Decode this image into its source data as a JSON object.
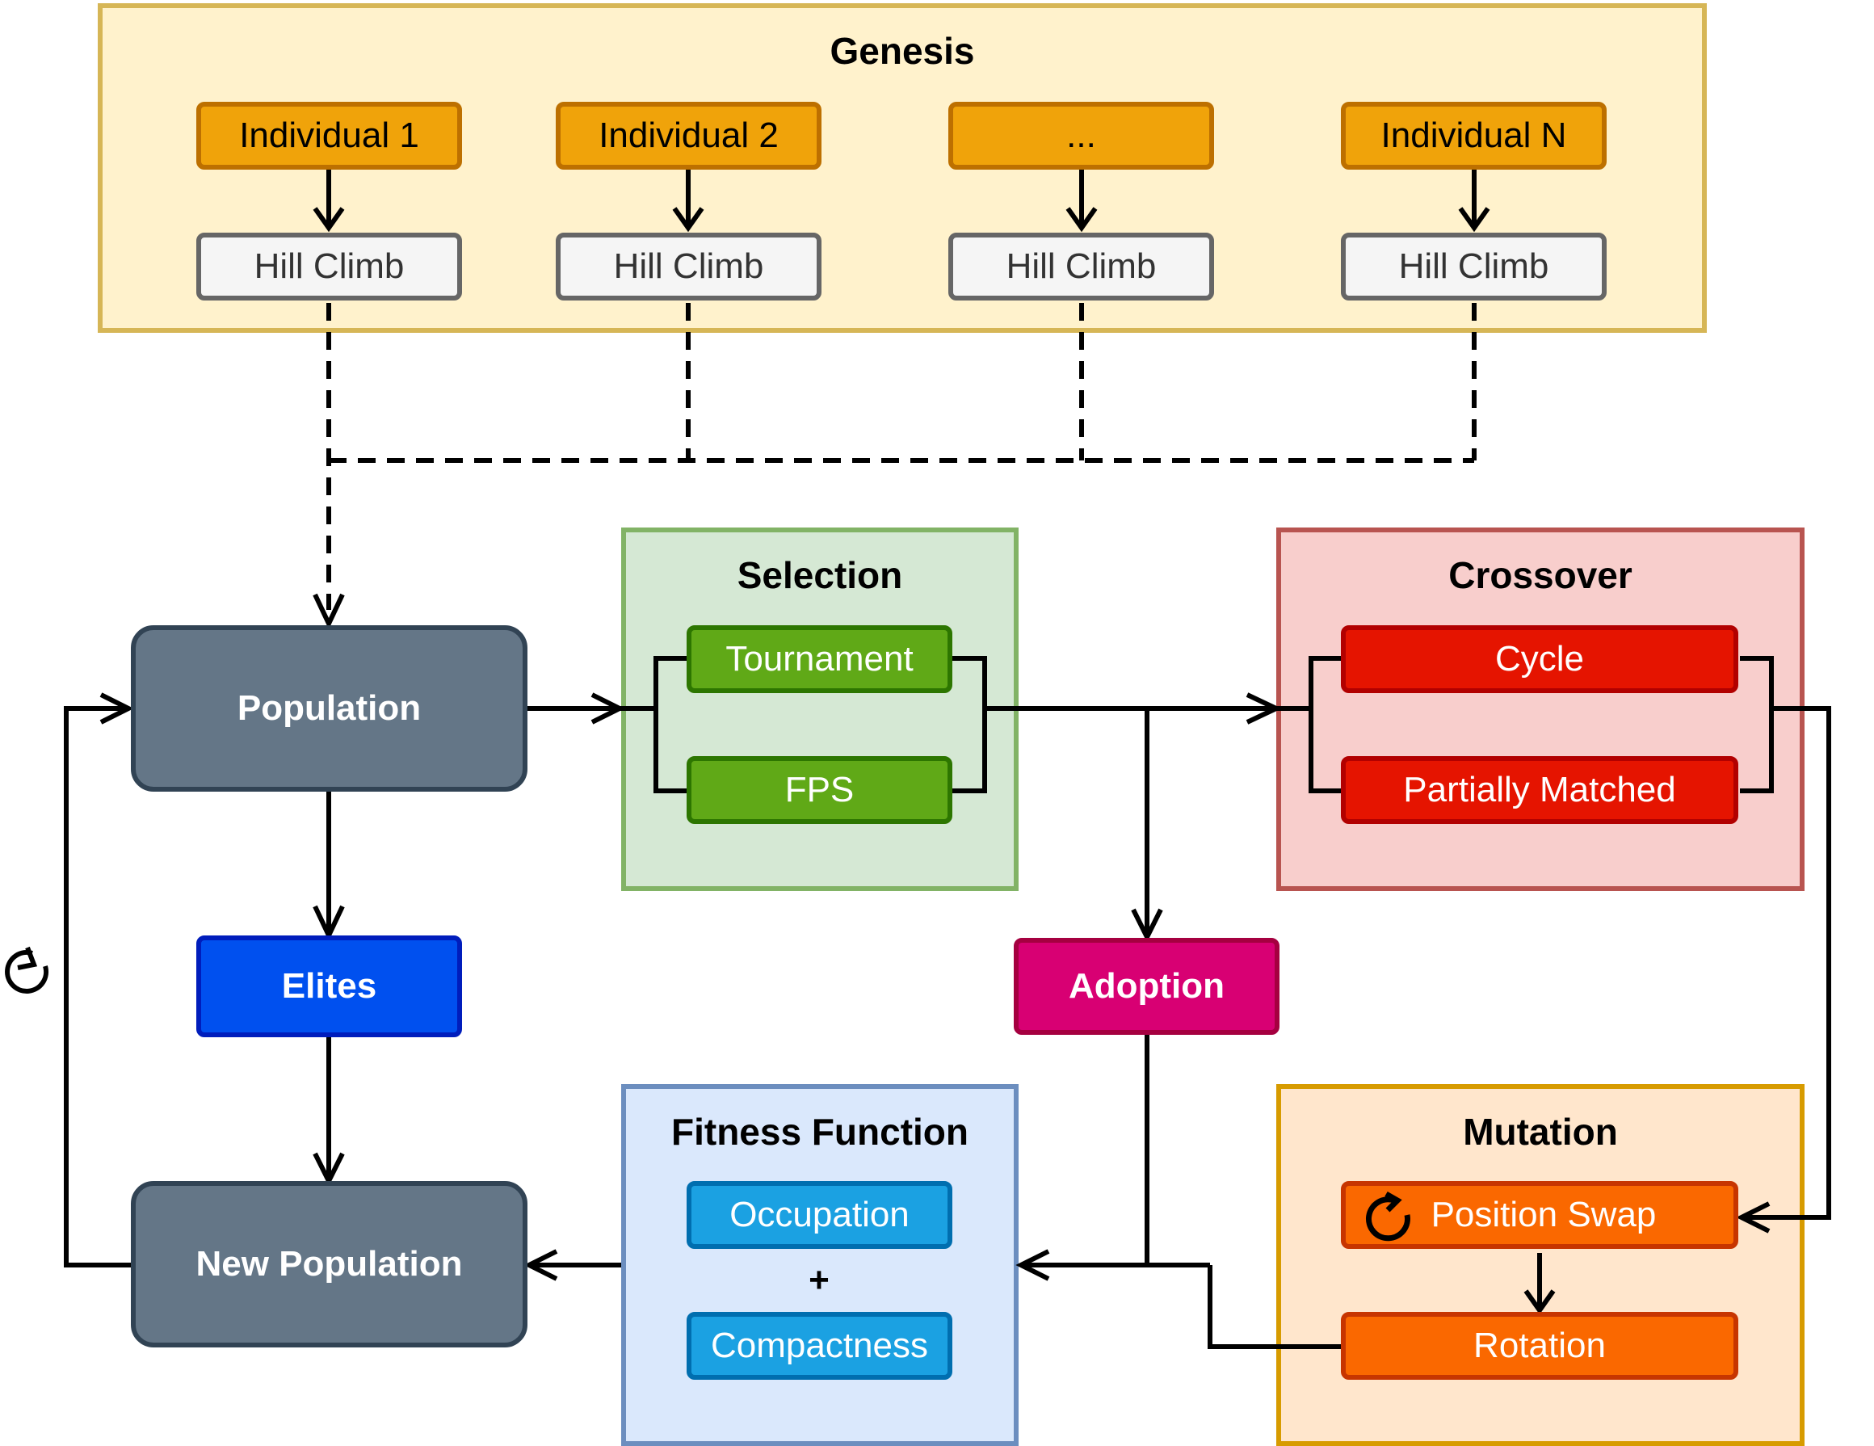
{
  "genesis": {
    "title": "Genesis",
    "individuals": [
      "Individual 1",
      "Individual 2",
      "...",
      "Individual N"
    ],
    "hill_climb_label": "Hill Climb"
  },
  "population": {
    "label": "Population"
  },
  "elites": {
    "label": "Elites"
  },
  "new_population": {
    "label": "New Population"
  },
  "selection": {
    "title": "Selection",
    "methods": [
      "Tournament",
      "FPS"
    ]
  },
  "crossover": {
    "title": "Crossover",
    "methods": [
      "Cycle",
      "Partially Matched"
    ]
  },
  "adoption": {
    "label": "Adoption"
  },
  "fitness_function": {
    "title": "Fitness Function",
    "terms": [
      "Occupation",
      "Compactness"
    ],
    "operator": "+"
  },
  "mutation": {
    "title": "Mutation",
    "methods": [
      "Position Swap",
      "Rotation"
    ]
  },
  "colors": {
    "genesis_bg": "#fff2cc",
    "genesis_border": "#d6b656",
    "individual_fill": "#f0a30a",
    "individual_border": "#bd7000",
    "hill_fill": "#f5f5f5",
    "hill_border": "#666666",
    "population_fill": "#647687",
    "population_border": "#314354",
    "elites_fill": "#0050ef",
    "elites_border": "#001dbc",
    "selection_bg": "#d5e8d4",
    "selection_border": "#82b366",
    "selection_item_fill": "#60a917",
    "selection_item_border": "#2d7600",
    "crossover_bg": "#f8cecc",
    "crossover_border": "#b85450",
    "crossover_item_fill": "#e51400",
    "crossover_item_border": "#b20000",
    "adoption_fill": "#d80073",
    "adoption_border": "#a50040",
    "fitness_bg": "#dae8fc",
    "fitness_border": "#6c8ebf",
    "fitness_item_fill": "#1ba1e2",
    "fitness_item_border": "#006eaf",
    "mutation_bg": "#ffe6cc",
    "mutation_border": "#d79b00",
    "mutation_item_fill": "#fa6800",
    "mutation_item_border": "#c73500"
  }
}
